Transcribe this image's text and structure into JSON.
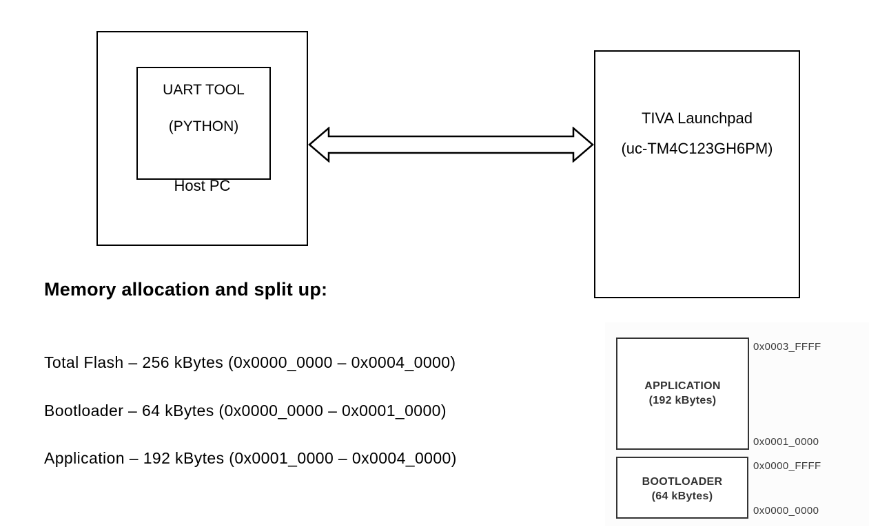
{
  "colors": {
    "line": "#000000",
    "text": "#000000",
    "memory_box_text": "#333333",
    "address_text": "#3a3a3a"
  },
  "diagram": {
    "host_pc": {
      "tool_line1": "UART TOOL",
      "tool_line2": "(PYTHON)",
      "caption": "Host PC"
    },
    "connection": {
      "type": "bidirectional-arrow"
    },
    "tiva": {
      "line1": "TIVA Launchpad",
      "line2": "(uc-TM4C123GH6PM)"
    }
  },
  "memory_section": {
    "heading": "Memory allocation and split up:",
    "lines": [
      "Total Flash – 256 kBytes (0x0000_0000 – 0x0004_0000)",
      "Bootloader – 64 kBytes (0x0000_0000 – 0x0001_0000)",
      "Application – 192 kBytes (0x0001_0000 – 0x0004_0000)"
    ],
    "memory_map": {
      "regions": [
        {
          "name": "APPLICATION",
          "size": "(192 kBytes)",
          "top_address": "0x0003_FFFF",
          "bottom_address": "0x0001_0000"
        },
        {
          "name": "BOOTLOADER",
          "size": "(64 kBytes)",
          "top_address": "0x0000_FFFF",
          "bottom_address": "0x0000_0000"
        }
      ]
    }
  }
}
